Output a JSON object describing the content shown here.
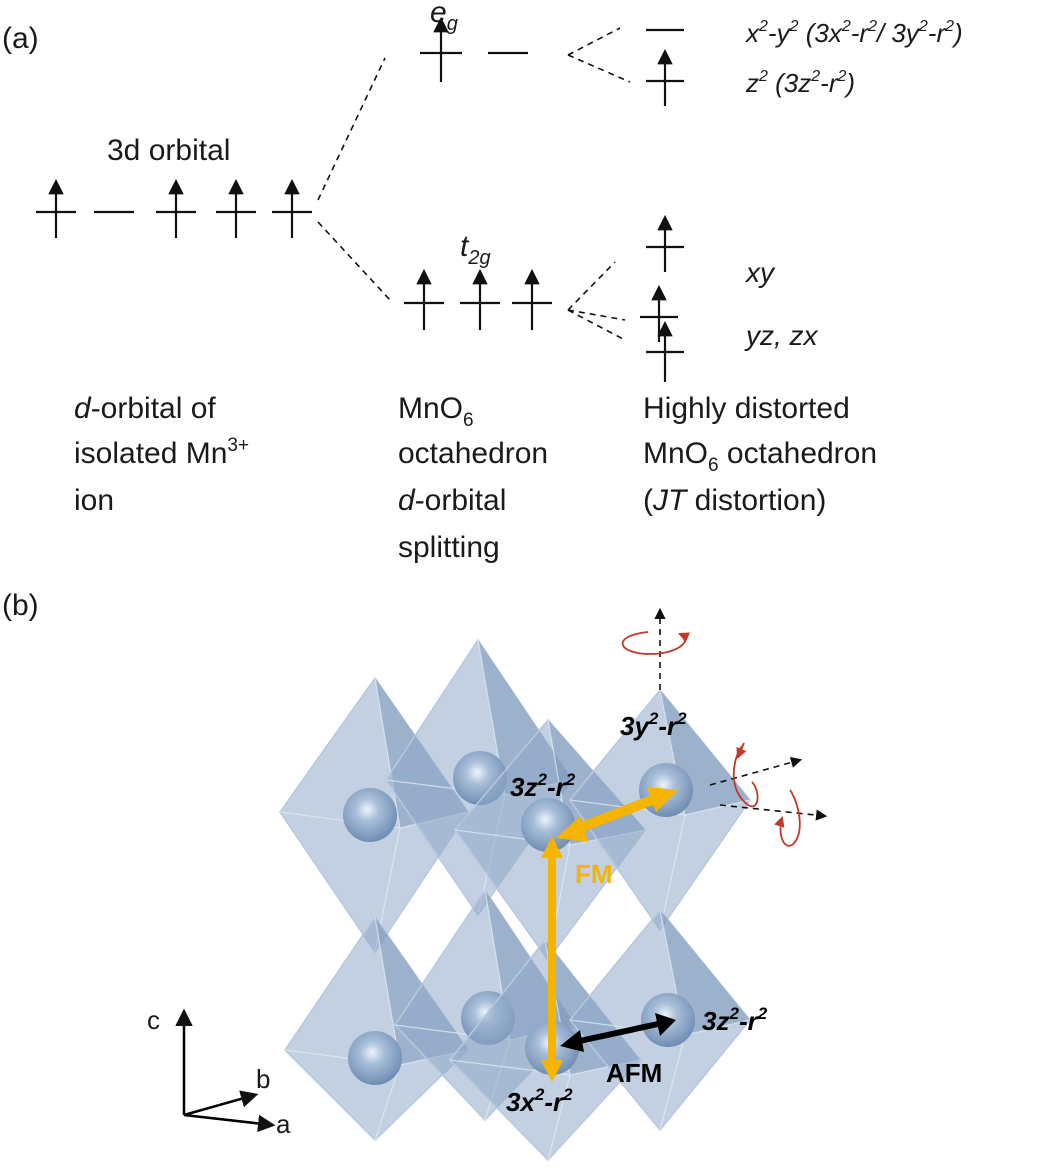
{
  "panel_a": {
    "label": "(a)",
    "free_ion": {
      "title": "3d orbital",
      "caption_line1_italic": "d",
      "caption_line1_rest": "-orbital of",
      "caption_line2": "isolated Mn",
      "caption_line2_sup": "3+",
      "caption_line3": "ion"
    },
    "octahedron": {
      "eg_base": "e",
      "eg_sub": "g",
      "t2g_base": "t",
      "t2g_sub": "2g",
      "caption_line1": "MnO",
      "caption_line1_sub": "6",
      "caption_line2": "octahedron",
      "caption_line3_italic": "d",
      "caption_line3_rest": "-orbital",
      "caption_line4": "splitting"
    },
    "distorted": {
      "label_x2y2_a": "x",
      "label_x2y2_a_sup": "2",
      "label_x2y2_b": "-y",
      "label_x2y2_b_sup": "2",
      "label_x2y2_c": " (3x",
      "label_x2y2_c_sup": "2",
      "label_x2y2_d": "-r",
      "label_x2y2_d_sup": "2",
      "label_x2y2_e": "/ 3y",
      "label_x2y2_e_sup": "2",
      "label_x2y2_f": "-r",
      "label_x2y2_f_sup": "2",
      "label_x2y2_g": ")",
      "label_z2_a": "z",
      "label_z2_a_sup": "2",
      "label_z2_b": " (3z",
      "label_z2_b_sup": "2",
      "label_z2_c": "-r",
      "label_z2_c_sup": "2",
      "label_z2_d": ")",
      "label_xy": "xy",
      "label_yzzx": "yz, zx",
      "caption_line1": "Highly distorted",
      "caption_line2": "MnO",
      "caption_line2_sub": "6",
      "caption_line2_rest": " octahedron",
      "caption_line3_a": "(",
      "caption_line3_italic": "JT",
      "caption_line3_rest": " distortion)"
    }
  },
  "panel_b": {
    "label": "(b)",
    "orbital_top_left_base": "3z",
    "orbital_top_left_sup": "2",
    "orbital_top_left_rest": "-r",
    "orbital_top_left_sup2": "2",
    "orbital_top_right_base": "3y",
    "orbital_top_right_sup": "2",
    "orbital_top_right_rest": "-r",
    "orbital_top_right_sup2": "2",
    "orbital_bottom_left_base": "3x",
    "orbital_bottom_left_sup": "2",
    "orbital_bottom_left_rest": "-r",
    "orbital_bottom_left_sup2": "2",
    "orbital_bottom_right_base": "3z",
    "orbital_bottom_right_sup": "2",
    "orbital_bottom_right_rest": "-r",
    "orbital_bottom_right_sup2": "2",
    "fm_label": "FM",
    "afm_label": "AFM",
    "axis_c": "c",
    "axis_b": "b",
    "axis_a": "a",
    "colors": {
      "fm": "#f4b400",
      "afm": "#000000",
      "rotation": "#c0392b",
      "octahedron": "#8fa9c9"
    }
  }
}
